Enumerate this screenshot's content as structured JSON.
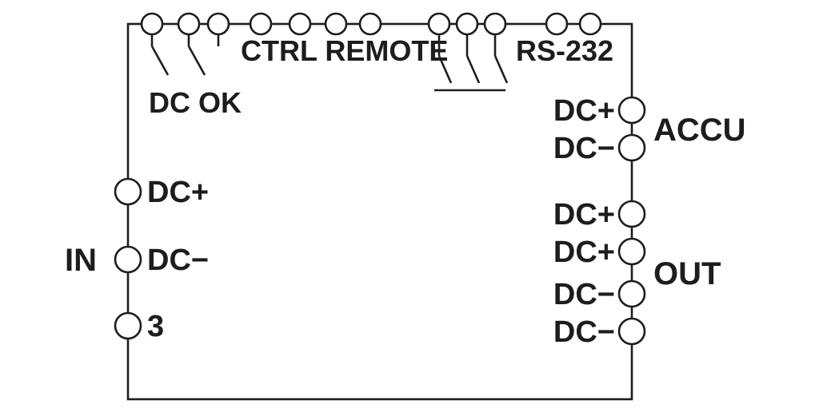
{
  "diagram": {
    "type": "wiring-terminal-diagram",
    "colors": {
      "line": "#1d1d1b",
      "background": "#ffffff"
    },
    "top": {
      "dc_ok_label": "DC OK",
      "ctrl_remote_label": "CTRL REMOTE",
      "rs232_label": "RS-232",
      "terminal_count": 12
    },
    "input": {
      "group_label": "IN",
      "terminals": [
        "DC+",
        "DC−",
        "3"
      ]
    },
    "accu": {
      "group_label": "ACCU",
      "terminals": [
        "DC+",
        "DC−"
      ]
    },
    "out": {
      "group_label": "OUT",
      "terminals": [
        "DC+",
        "DC+",
        "DC−",
        "DC−"
      ]
    }
  }
}
